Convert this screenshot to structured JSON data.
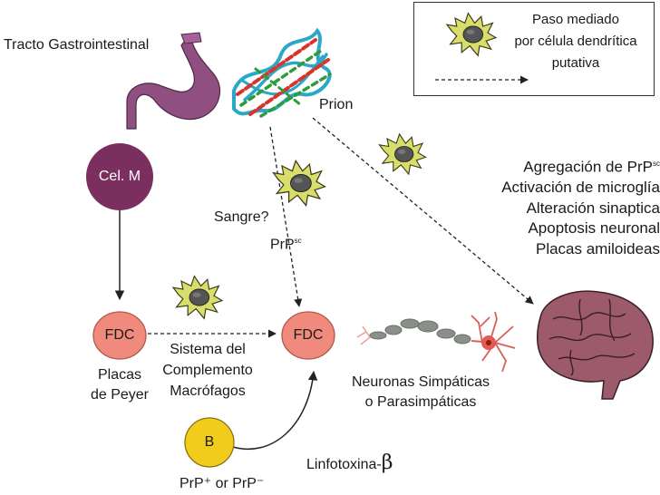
{
  "diagram": {
    "gi_tract": "Tracto Gastrointestinal",
    "prion": "Prion",
    "cel_m": "Cel. M",
    "fdc_left": "FDC",
    "fdc_center": "FDC",
    "b_cell": "B",
    "sangre": "Sangre?",
    "prp_sc_prefix": "PrP",
    "prp_sc_sup": "sc",
    "placas_peyer_line1": "Placas",
    "placas_peyer_line2": "de Peyer",
    "complemento_line1": "Sistema del",
    "complemento_line2": "Complemento",
    "complemento_line3": "Macrófagos",
    "neuronas_line1": "Neuronas Simpáticas",
    "neuronas_line2": "o Parasimpáticas",
    "linfotoxina_prefix": "Linfotoxina-",
    "linfotoxina_beta": "β",
    "b_prp_label": "PrP⁺ or PrP⁻"
  },
  "legend": {
    "line1": "Paso mediado",
    "line2": "por célula dendrítica",
    "line3": "putativa"
  },
  "effects": [
    "Agregación de PrP",
    "Activación de microglía",
    "Alteración sinaptica",
    "Apoptosis neuronal",
    "Placas amiloideas"
  ],
  "effects_sup": "sc",
  "colors": {
    "cel_m": "#7a2f5e",
    "fdc": "#f08a7c",
    "b_cell": "#f2cc1a",
    "stomach": "#8f4f80",
    "brain": "#9c5a6a",
    "dendritic_cell": "#d9dd6a",
    "prion_blue": "#2aa8c8",
    "prion_red": "#d8342c",
    "prion_green": "#2f9a3e"
  }
}
